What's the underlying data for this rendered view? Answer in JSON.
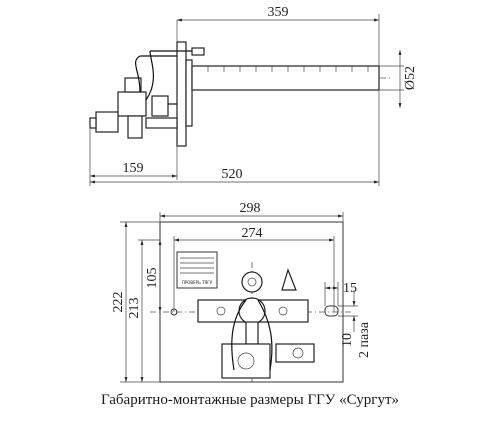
{
  "side_view": {
    "dims": {
      "tube_length": "359",
      "diameter": "Ø52",
      "valve_offset": "159",
      "overall_length": "520"
    }
  },
  "front_view": {
    "dims": {
      "plate_width": "298",
      "hole_spacing_h": "274",
      "height_upper": "105",
      "hole_spacing_v": "213",
      "plate_height": "222",
      "slot_width": "15",
      "slot_height": "10",
      "slot_note": "2 паза"
    },
    "plate_label_left": "ПРОВЕРЬ ТЯГУ"
  },
  "caption": "Габаритно-монтажные  размеры ГГУ «Сургут»"
}
